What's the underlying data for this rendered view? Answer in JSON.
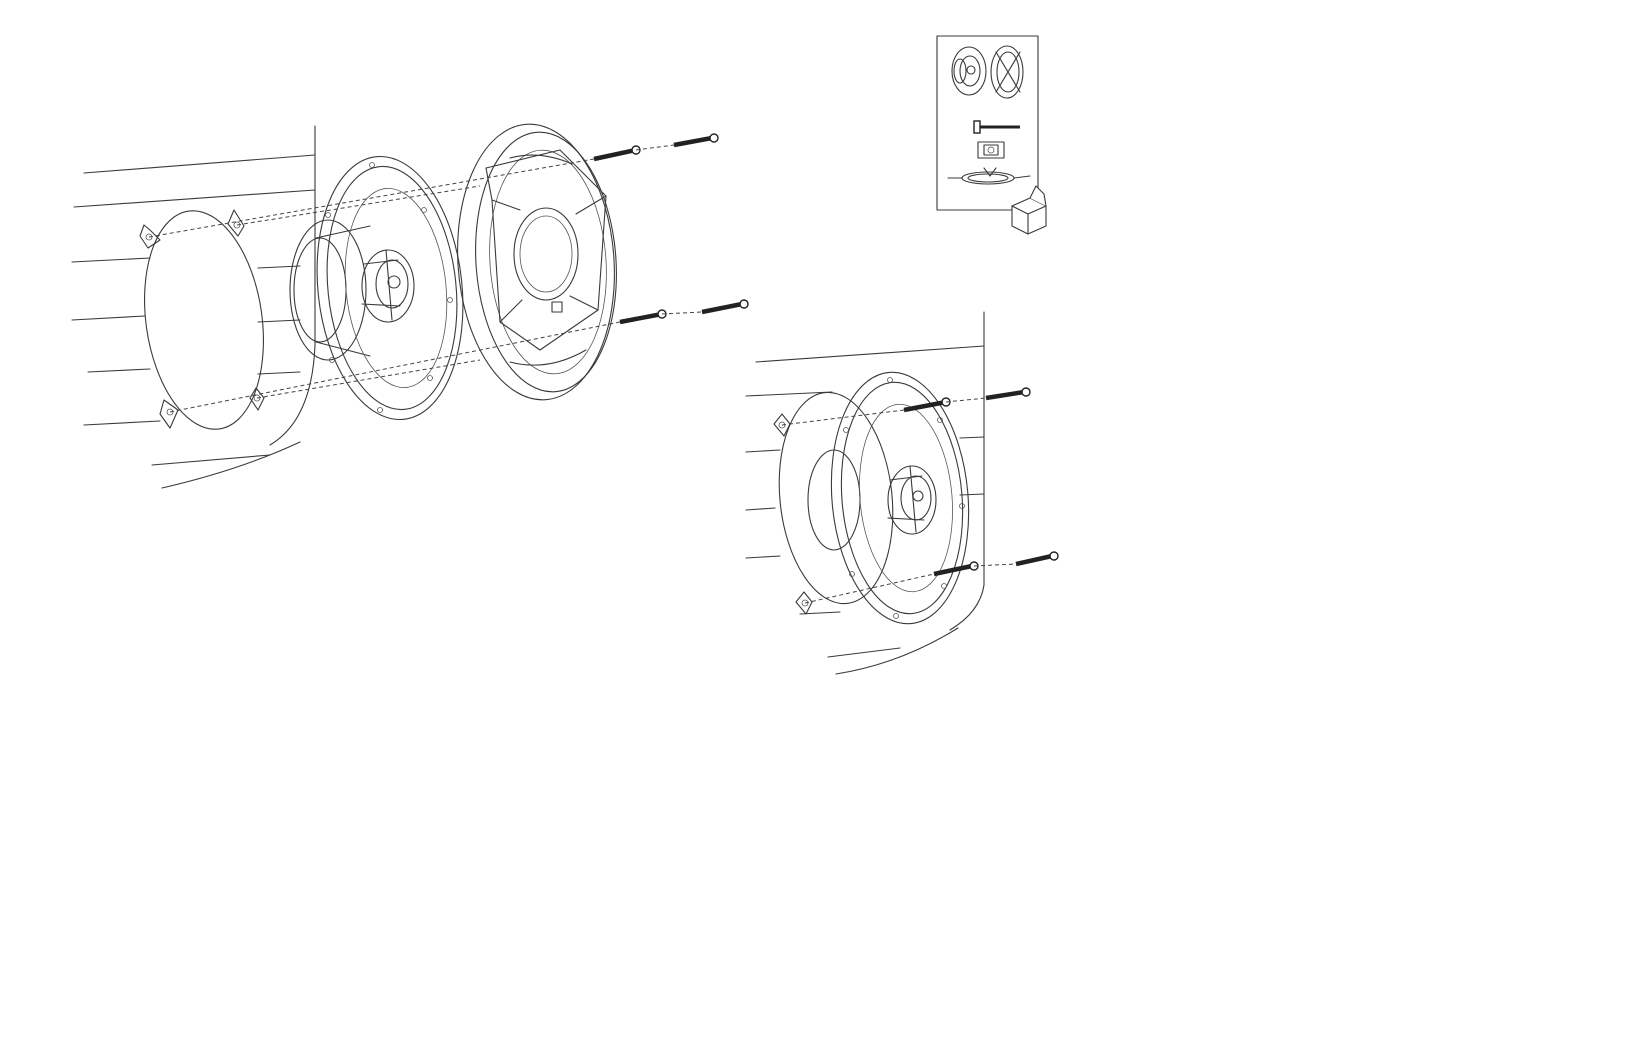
{
  "diagram": {
    "kind": "speaker installation line drawing",
    "figures": [
      {
        "name": "exploded-installation-view"
      },
      {
        "name": "assembled-installation-view"
      },
      {
        "name": "package-contents-inset"
      }
    ],
    "parts": [
      "door-panel",
      "mounting-hole",
      "speaker",
      "grille",
      "screws",
      "clip",
      "wires",
      "box"
    ]
  }
}
